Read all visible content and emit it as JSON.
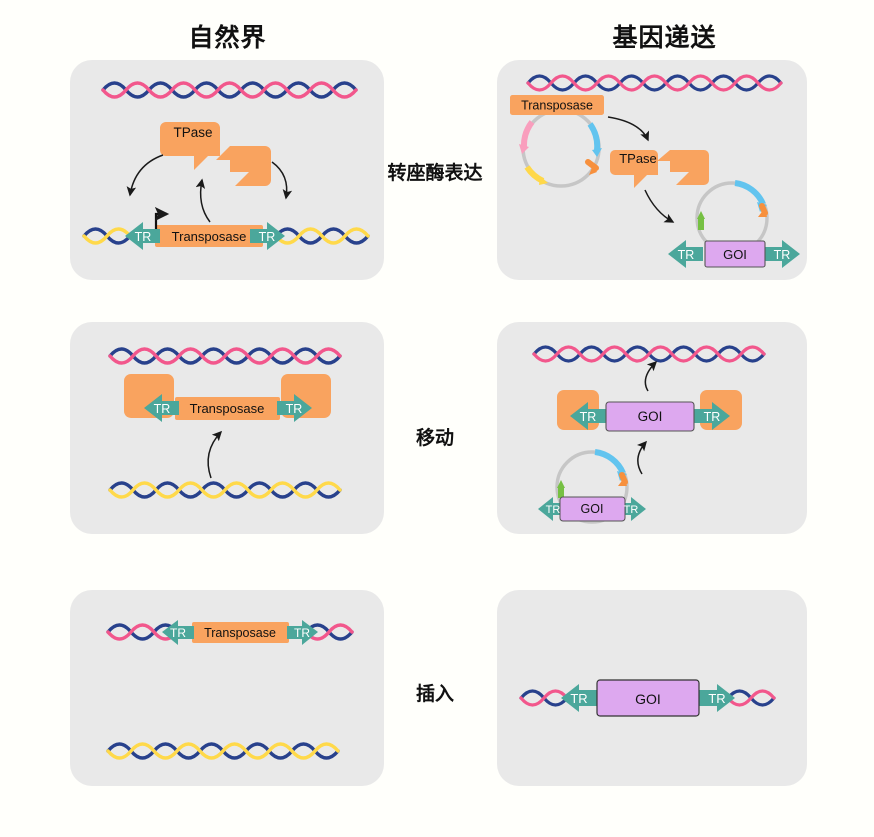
{
  "titles": {
    "left": "自然界",
    "right": "基因递送"
  },
  "row_labels": [
    {
      "text": "转座酶表达"
    },
    {
      "text": "移动"
    },
    {
      "text": "插入"
    }
  ],
  "labels": {
    "tpase": "TPase",
    "transposase": "Transposase",
    "tr": "TR",
    "goi": "GOI"
  },
  "colors": {
    "panel_bg": "#e9e9e9",
    "page_bg": "#fffffb",
    "dna_blue": "#28418c",
    "dna_pink": "#f2578c",
    "dna_yellow": "#ffd94a",
    "orange": "#f9a35f",
    "teal": "#4ba79b",
    "purple": "#dda8ef",
    "plasmid_grey": "#c6c6c6",
    "plasmid_pink": "#f99ebd",
    "plasmid_blue": "#62c4ef",
    "plasmid_yellow": "#ffd84a",
    "plasmid_orange": "#f7903d",
    "plasmid_green": "#76c043",
    "text_dark": "#111111",
    "text_light": "#ffffff"
  },
  "panels": {
    "r1c1": {
      "name": "natural-transposase-expression",
      "dna_top": {
        "strand_a": "dna_blue",
        "strand_b": "dna_pink"
      },
      "dna_bottom": {
        "strand_a": "dna_blue",
        "strand_b": "dna_yellow"
      },
      "elements": [
        "tpase-bubble-left",
        "tpase-bubble-right",
        "tr-arrow-left",
        "transposase-box",
        "tr-arrow-right",
        "promoter-arrow",
        "curved-arrow-left",
        "curved-arrow-center",
        "curved-arrow-right"
      ]
    },
    "r1c2": {
      "name": "delivery-transposase-expression",
      "dna_top": {
        "strand_a": "dna_blue",
        "strand_b": "dna_pink"
      },
      "plasmid_helper": {
        "label": "Transposase",
        "features": [
          "pink",
          "blue",
          "yellow",
          "orange"
        ]
      },
      "plasmid_donor": {
        "label": "GOI",
        "features": [
          "blue",
          "orange",
          "green"
        ]
      },
      "elements": [
        "tpase-bubble-left",
        "tpase-bubble-right",
        "tr-arrow-left",
        "goi-box",
        "tr-arrow-right",
        "curved-arrow-upper",
        "curved-arrow-lower"
      ]
    },
    "r2c1": {
      "name": "natural-mobilization",
      "dna_top": {
        "strand_a": "dna_blue",
        "strand_b": "dna_pink"
      },
      "dna_bottom": {
        "strand_a": "dna_blue",
        "strand_b": "dna_yellow"
      },
      "elements": [
        "tpase-block-left",
        "tr-arrow-left",
        "transposase-box",
        "tr-arrow-right",
        "tpase-block-right",
        "curved-arrow-up"
      ]
    },
    "r2c2": {
      "name": "delivery-mobilization",
      "dna_top": {
        "strand_a": "dna_blue",
        "strand_b": "dna_pink"
      },
      "plasmid_donor": {
        "label": "GOI",
        "features": [
          "blue",
          "orange",
          "green"
        ]
      },
      "elements": [
        "tpase-block-left",
        "tr-arrow-left",
        "goi-box",
        "tr-arrow-right",
        "tpase-block-right",
        "curved-arrow-up-top",
        "curved-arrow-up-bottom"
      ]
    },
    "r3c1": {
      "name": "natural-insertion",
      "dna_top": {
        "strand_a": "dna_blue",
        "strand_b": "dna_pink"
      },
      "dna_bottom": {
        "strand_a": "dna_blue",
        "strand_b": "dna_yellow"
      },
      "elements": [
        "tr-arrow-left",
        "transposase-box",
        "tr-arrow-right"
      ]
    },
    "r3c2": {
      "name": "delivery-insertion",
      "dna_line": {
        "strand_a": "dna_blue",
        "strand_b": "dna_pink"
      },
      "elements": [
        "tr-arrow-left",
        "goi-box",
        "tr-arrow-right"
      ]
    }
  }
}
